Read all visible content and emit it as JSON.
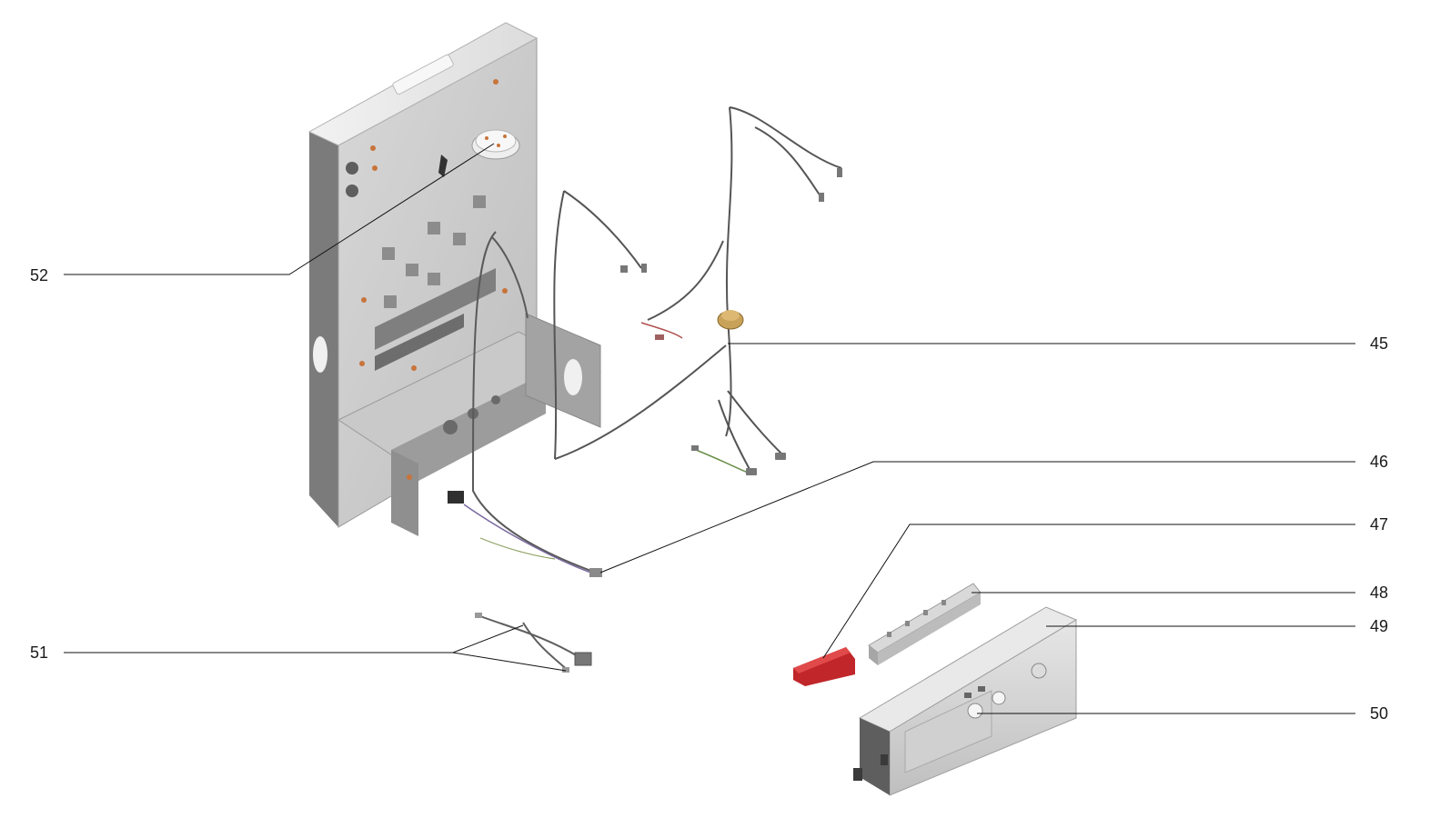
{
  "callouts": [
    {
      "id": "52",
      "label": "52"
    },
    {
      "id": "45",
      "label": "45"
    },
    {
      "id": "46",
      "label": "46"
    },
    {
      "id": "47",
      "label": "47"
    },
    {
      "id": "48",
      "label": "48"
    },
    {
      "id": "49",
      "label": "49"
    },
    {
      "id": "50",
      "label": "50"
    },
    {
      "id": "51",
      "label": "51"
    }
  ],
  "colors": {
    "panel_face": "#d9d9d9",
    "panel_side": "#8a8a8a",
    "panel_dark": "#6f6f6f",
    "accent_orange": "#c8743a",
    "grommet": "#c9a25a",
    "red_part": "#c0262a",
    "wire": "#555555"
  }
}
